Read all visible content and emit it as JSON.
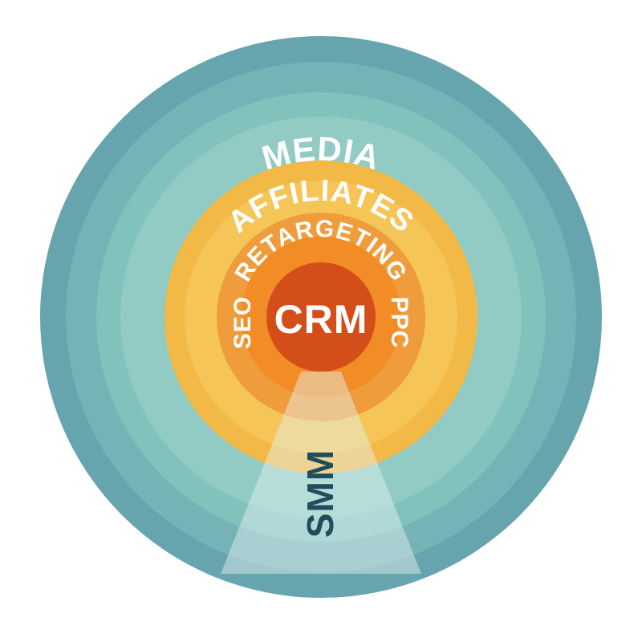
{
  "labels": {
    "media": "MEDIA",
    "affiliates": "AFFILIATES",
    "retargeting": "RETARGETING",
    "seo": "SEO",
    "crm": "CRM",
    "ppc": "PPC",
    "smm": "SMM"
  },
  "colors": {
    "media_outer": "#66a5ad",
    "media_inner": "#76b3b6",
    "affiliates_outer": "#82c2bd",
    "affiliates_inner": "#91cbc4",
    "retargeting_outer": "#f2b947",
    "retargeting_inner": "#f5c557",
    "orange_outer": "#ef9d3c",
    "orange_inner": "#f18c26",
    "crm": "#d44e1a",
    "smm_text": "#1f4d5c",
    "label_text": "#ffffff",
    "beam": "#e7f4f3"
  }
}
